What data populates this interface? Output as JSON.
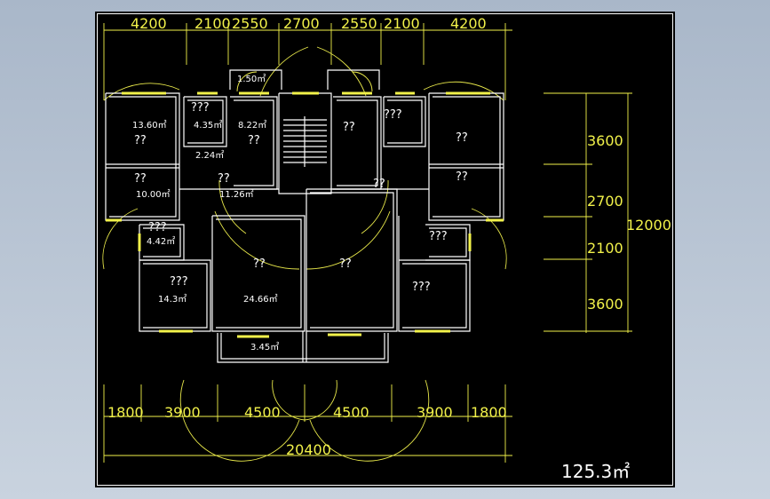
{
  "drawing": {
    "top_dimensions": [
      "4200",
      "2100",
      "2550",
      "2700",
      "2550",
      "2100",
      "4200"
    ],
    "bottom_dimensions": [
      "1800",
      "3900",
      "4500",
      "4500",
      "3900",
      "1800"
    ],
    "bottom_total": "20400",
    "right_dimensions": [
      "3600",
      "2700",
      "2100",
      "3600"
    ],
    "right_total": "12000",
    "total_area": "125.3㎡",
    "rooms": [
      {
        "label": "??",
        "area": "13.60㎡"
      },
      {
        "label": "???",
        "area": "4.35㎡"
      },
      {
        "label": "??",
        "area": "8.22㎡"
      },
      {
        "label": "",
        "area": "1.50㎡"
      },
      {
        "label": "??",
        "area": ""
      },
      {
        "label": "???",
        "area": ""
      },
      {
        "label": "??",
        "area": ""
      },
      {
        "label": "",
        "area": "2.24㎡"
      },
      {
        "label": "??",
        "area": "10.00㎡"
      },
      {
        "label": "??",
        "area": "11.26㎡"
      },
      {
        "label": "??",
        "area": ""
      },
      {
        "label": "??",
        "area": ""
      },
      {
        "label": "???",
        "area": "4.42㎡"
      },
      {
        "label": "???",
        "area": ""
      },
      {
        "label": "??",
        "area": "24.66㎡"
      },
      {
        "label": "??",
        "area": ""
      },
      {
        "label": "???",
        "area": "14.3㎡"
      },
      {
        "label": "???",
        "area": ""
      },
      {
        "label": "",
        "area": "3.45㎡"
      }
    ]
  },
  "colors": {
    "dimension": "#f2f24a",
    "wall": "#ffffff",
    "background": "#000000",
    "desktop": "#b8c4d4"
  }
}
